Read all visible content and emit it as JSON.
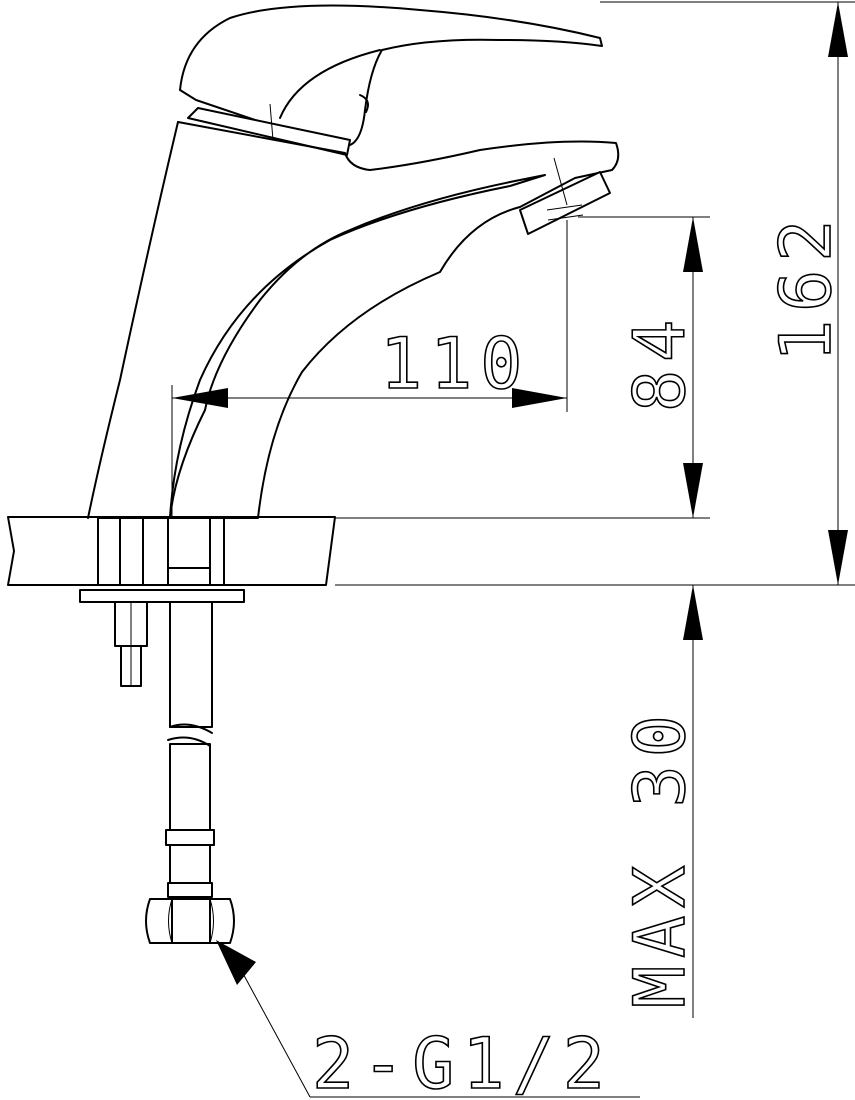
{
  "drawing": {
    "subject": "faucet-technical-drawing",
    "dimensions": {
      "spout_reach": "110",
      "spout_height": "84",
      "total_height": "162",
      "max_deck_thickness": "MAX 30",
      "connection": "2-G1/2"
    },
    "colors": {
      "line": "#000000",
      "background": "#ffffff"
    }
  }
}
